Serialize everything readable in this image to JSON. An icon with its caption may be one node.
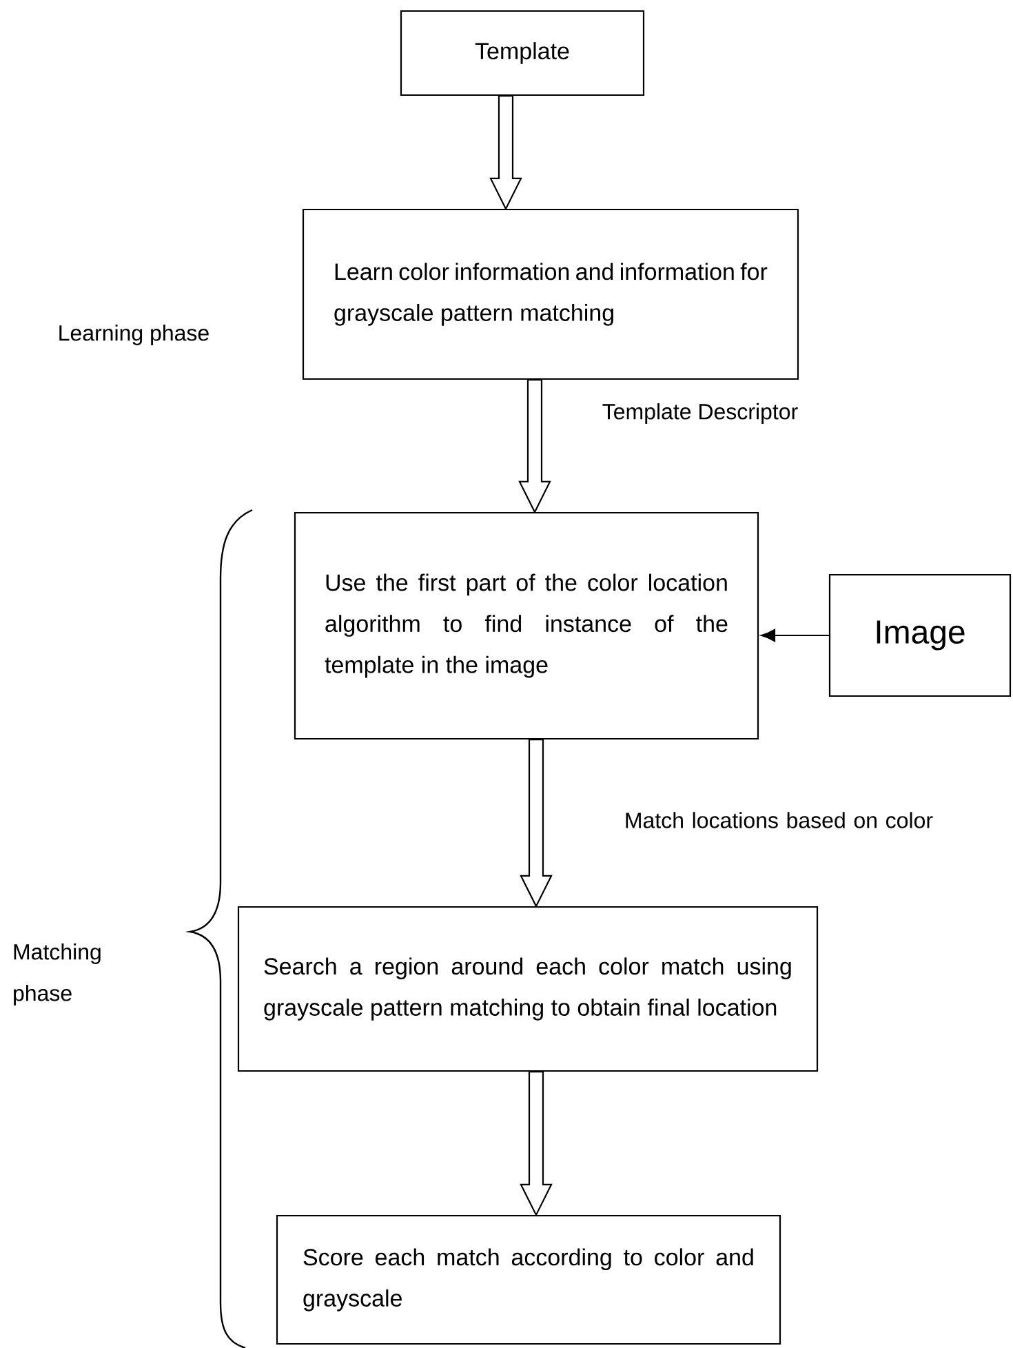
{
  "diagram": {
    "nodes": [
      {
        "text": [
          "Template"
        ]
      },
      {
        "text": [
          "Learn color information and information for grayscale pattern matching"
        ]
      },
      {
        "text": [
          "Use the first part of the color location algorithm to find instance of the template in the image"
        ]
      },
      {
        "text": [
          "Image"
        ]
      },
      {
        "text": [
          "Search a region around each color match using grayscale pattern matching to obtain final location"
        ]
      },
      {
        "text": [
          "Score each match according to color and grayscale"
        ]
      }
    ],
    "edges": [
      {
        "from": 0,
        "to": 1,
        "arrow": "to"
      },
      {
        "from": 1,
        "to": 2,
        "arrow": "to",
        "label": "Template Descriptor"
      },
      {
        "from": 3,
        "to": 2,
        "arrow": "to"
      },
      {
        "from": 2,
        "to": 4,
        "arrow": "to",
        "label": "Match locations based on color"
      },
      {
        "from": 4,
        "to": 5,
        "arrow": "to"
      }
    ],
    "labels": [
      "Learning phase",
      "Matching phase"
    ]
  }
}
